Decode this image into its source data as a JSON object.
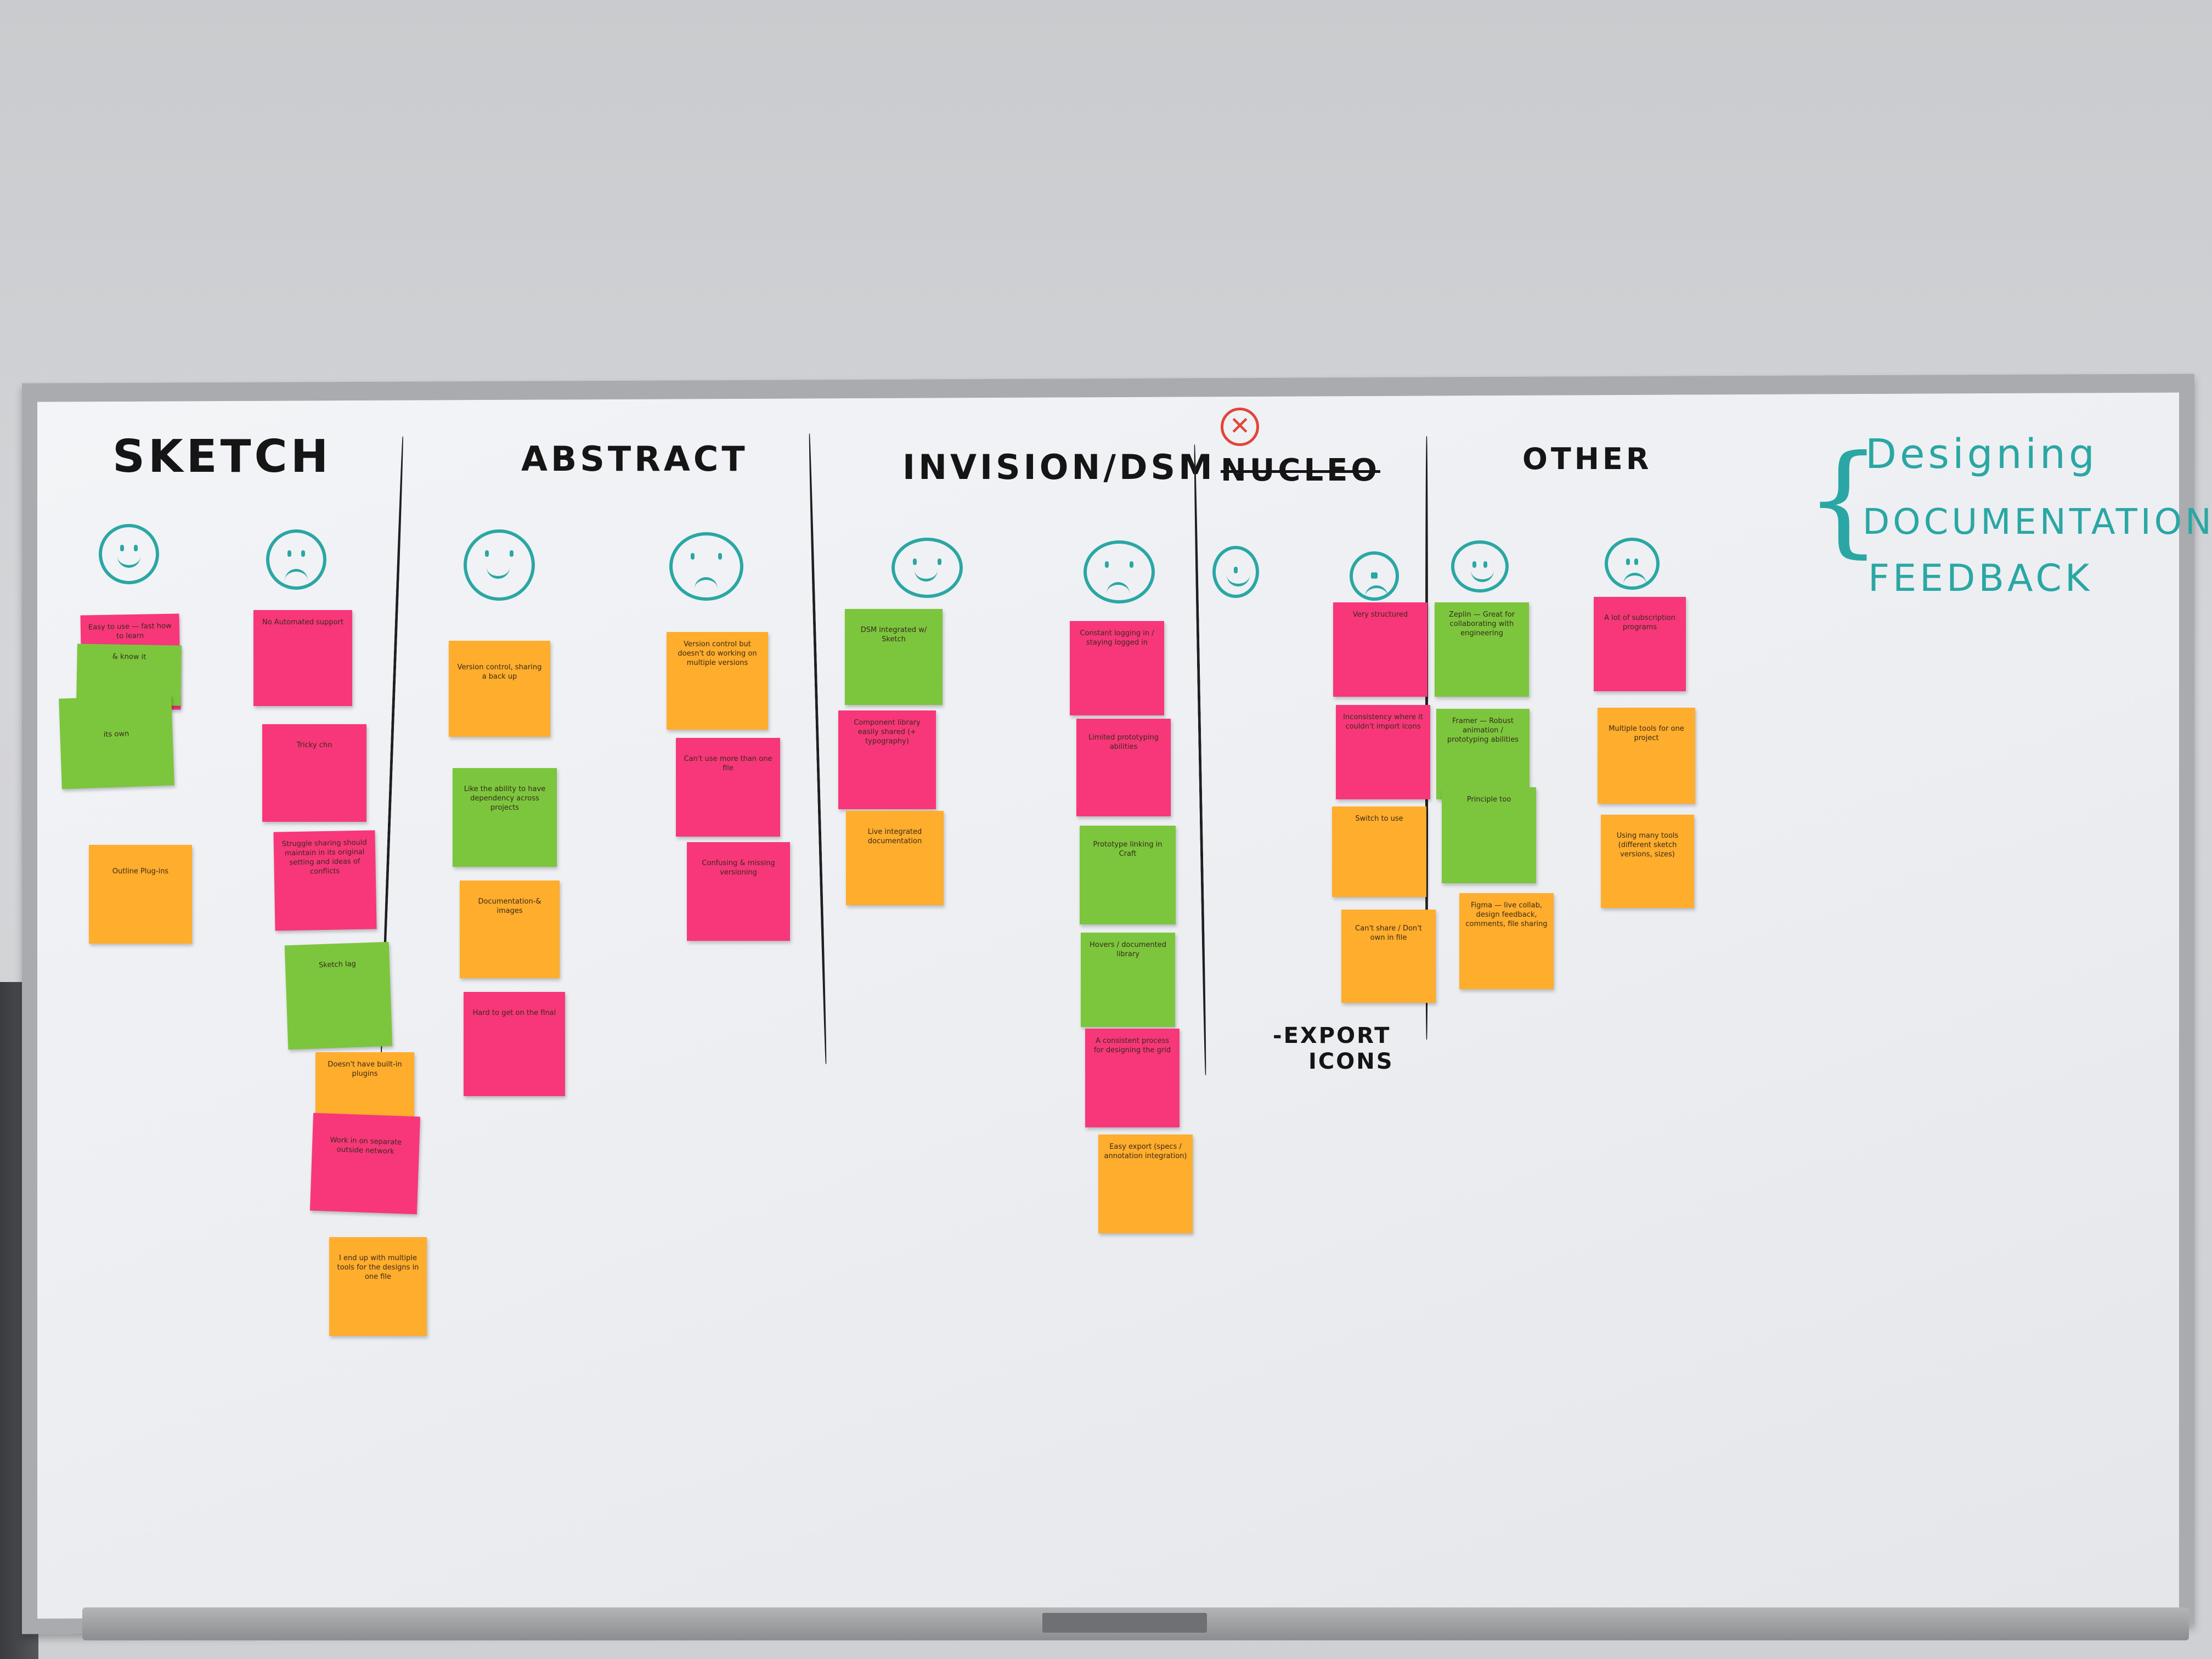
{
  "columns": {
    "sketch": "SKETCH",
    "abstract": "ABSTRACT",
    "invision": "INVISION/DSM",
    "nuclear": "NUCLEO",
    "other": "OTHER"
  },
  "legend": {
    "line1": "Designing",
    "line2": "DOCUMENTATION",
    "line3": "FEEDBACK"
  },
  "annotations": {
    "export_icons_1": "-EXPORT",
    "export_icons_2": "ICONS",
    "nuclear_mark": "✕"
  },
  "colors": {
    "pink": "#f7377a",
    "orange": "#ffad2c",
    "green": "#7cc63e",
    "teal_marker": "#2aa7a4",
    "red_marker": "#e2463a"
  },
  "icons": {
    "happy": "happy-face-icon",
    "sad": "sad-face-icon"
  },
  "notes": {
    "n01": "Easy to use — fast how to learn",
    "n02": "& know it",
    "n03": "its own",
    "n04": "Outline Plug-ins",
    "n05": "No Automated support",
    "n06": "Tricky chn",
    "n07": "Struggle sharing should maintain in its original setting and ideas of conflicts",
    "n08": "Sketch lag",
    "n09": "Doesn't have built-in plugins",
    "n10": "Work in on separate outside network",
    "n11": "I end up with multiple tools for the designs in one file",
    "n12": "Version control, sharing a back up",
    "n13": "Like the ability to have dependency across projects",
    "n14": "Documentation-& images",
    "n15": "Hard to get on the final",
    "n16": "Version control but doesn't do working on multiple versions",
    "n17": "Can't use more than one file",
    "n18": "Confusing & missing versioning",
    "n19": "DSM integrated w/ Sketch",
    "n20": "Component library easily shared (+ typography)",
    "n21": "Live integrated documentation",
    "n22": "Constant logging in / staying logged in",
    "n23": "Limited prototyping abilities",
    "n24": "Prototype linking in Craft",
    "n25": "Hovers / documented library",
    "n26": "A consistent process for designing the grid",
    "n27": "Easy export (specs / annotation integration)",
    "n28": "Very structured",
    "n29": "Inconsistency where it couldn't import icons",
    "n30": "Switch to use",
    "n31": "Can't share / Don't own in file",
    "n32": "Zeplin — Great for collaborating with engineering",
    "n33": "Framer — Robust animation / prototyping abilities",
    "n34": "Principle too",
    "n35": "Figma — live collab, design feedback, comments, file sharing",
    "n36": "A lot of subscription programs",
    "n37": "Multiple tools for one project",
    "n38": "Using many tools (different sketch versions, sizes)"
  }
}
